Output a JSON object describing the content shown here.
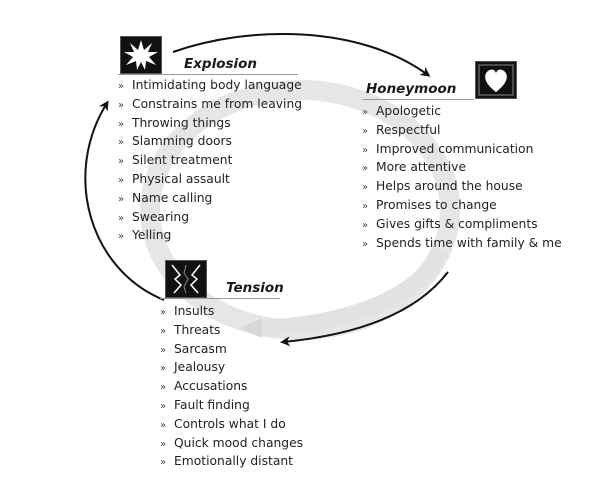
{
  "explosion": {
    "title": "Explosion",
    "icon": "explosion-starburst-icon",
    "items": [
      "Intimidating body language",
      "Constrains me from leaving",
      "Throwing things",
      "Slamming doors",
      "Silent treatment",
      "Physical assault",
      "Name calling",
      "Swearing",
      "Yelling"
    ]
  },
  "honeymoon": {
    "title": "Honeymoon",
    "icon": "heart-icon",
    "items": [
      "Apologetic",
      "Respectful",
      "Improved communication",
      "More attentive",
      "Helps around the house",
      "Promises to change",
      "Gives gifts & compliments",
      "Spends time with family & me"
    ]
  },
  "tension": {
    "title": "Tension",
    "icon": "cracked-tension-icon",
    "items": [
      "Insults",
      "Threats",
      "Sarcasm",
      "Jealousy",
      "Accusations",
      "Fault finding",
      "Controls what I do",
      "Quick mood changes",
      "Emotionally distant"
    ]
  },
  "bullet": "»"
}
